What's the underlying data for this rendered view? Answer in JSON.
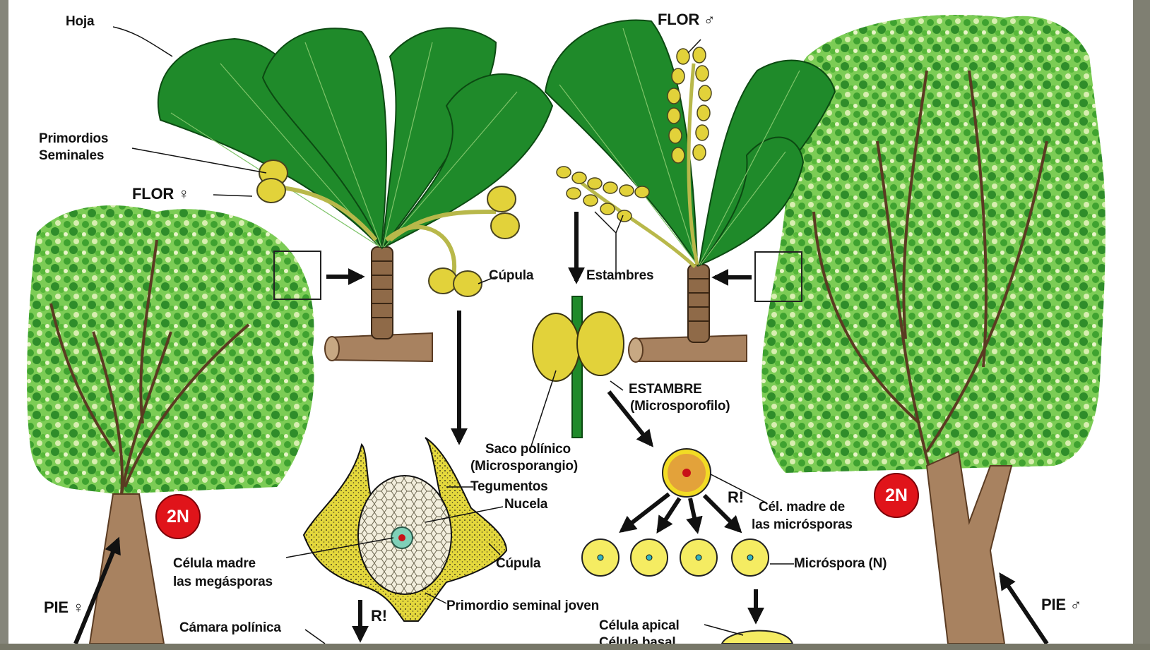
{
  "labels": {
    "hoja": "Hoja",
    "primordios": "Primordios",
    "seminales": "Seminales",
    "flor_fem": "FLOR ♀",
    "flor_masc": "FLOR ♂",
    "cupula_top": "Cúpula",
    "estambres": "Estambres",
    "estambre": "ESTAMBRE",
    "microsporofilo": "(Microsporofilo)",
    "saco": "Saco polínico",
    "microsporangio": "(Microsporangio)",
    "tegumentos": "Tegumentos",
    "nucela": "Nucela",
    "celula_madre_meg_1": "Célula madre",
    "celula_madre_meg_2": "las megásporas",
    "cupula_bottom": "Cúpula",
    "primordio_joven": "Primordio seminal joven",
    "camara": "Cámara polínica",
    "cel_madre_mic_1": "Cél. madre de",
    "cel_madre_mic_2": "las micrósporas",
    "microspora": "Micróspora (N)",
    "celula_apical": "Célula apical",
    "celula_basal": "Célula basal",
    "pie_fem": "PIE ♀",
    "pie_masc": "PIE ♂",
    "ri_1": "R!",
    "ri_2": "R!"
  },
  "badges": {
    "left": "2N",
    "right": "2N"
  },
  "colors": {
    "leaf": "#1f8a2a",
    "foliage": "#58b83a",
    "trunk": "#a88260",
    "ovule": "#e2d23a",
    "badge": "#e0141a"
  }
}
